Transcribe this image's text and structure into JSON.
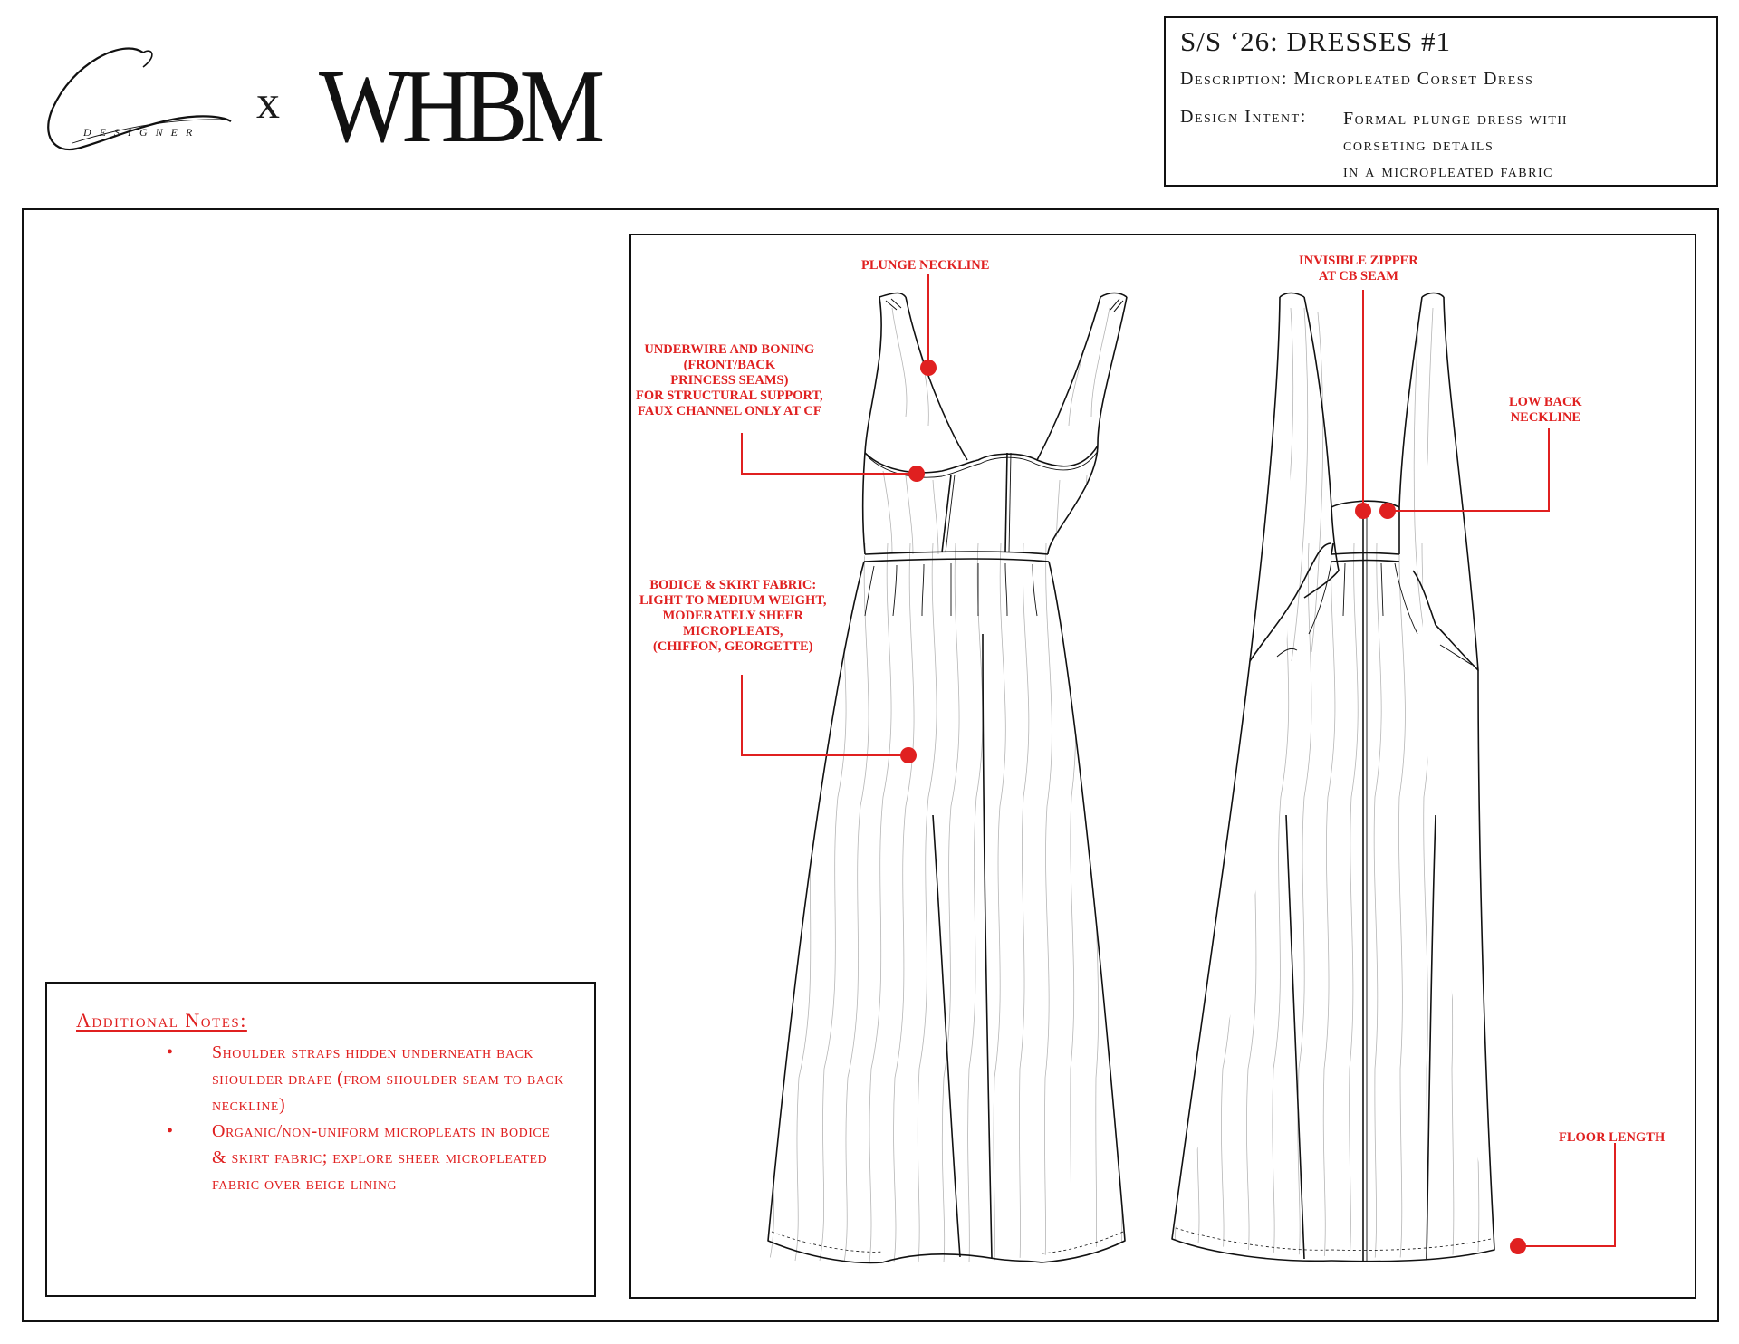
{
  "header": {
    "designer_logo_sub": "DESIGNER",
    "collab_x": "x",
    "brand_logo": "WHBM"
  },
  "info": {
    "title": "S/S ‘26: DRESSES #1",
    "description_label": "Description:",
    "description_value": "Micropleated Corset Dress",
    "intent_label": "Design Intent:",
    "intent_lines": [
      "Formal plunge dress with",
      "corseting details",
      "in a micropleated fabric"
    ]
  },
  "callouts": {
    "plunge_neckline": [
      "PLUNGE NECKLINE"
    ],
    "underwire": [
      "UNDERWIRE AND BONING",
      "(FRONT/BACK",
      "PRINCESS SEAMS)",
      "FOR STRUCTURAL SUPPORT,",
      "FAUX CHANNEL ONLY AT CF"
    ],
    "fabric": [
      "BODICE & SKIRT FABRIC:",
      "LIGHT TO MEDIUM WEIGHT,",
      "MODERATELY SHEER",
      "MICROPLEATS,",
      "(CHIFFON, GEORGETTE)"
    ],
    "zipper": [
      "INVISIBLE ZIPPER",
      "AT CB SEAM"
    ],
    "low_back": [
      "LOW BACK",
      "NECKLINE"
    ],
    "floor_length": [
      "FLOOR LENGTH"
    ]
  },
  "notes": {
    "title": "Additional Notes:",
    "items": [
      {
        "bullet": "•",
        "text": "Shoulder straps hidden underneath back shoulder drape (from shoulder seam to back neckline)"
      },
      {
        "bullet": "•",
        "text": "Organic/non-uniform micropleats in bodice & skirt fabric; explore sheer micropleated fabric over beige lining"
      }
    ]
  },
  "colors": {
    "accent": "#e02020",
    "line": "#111111"
  }
}
